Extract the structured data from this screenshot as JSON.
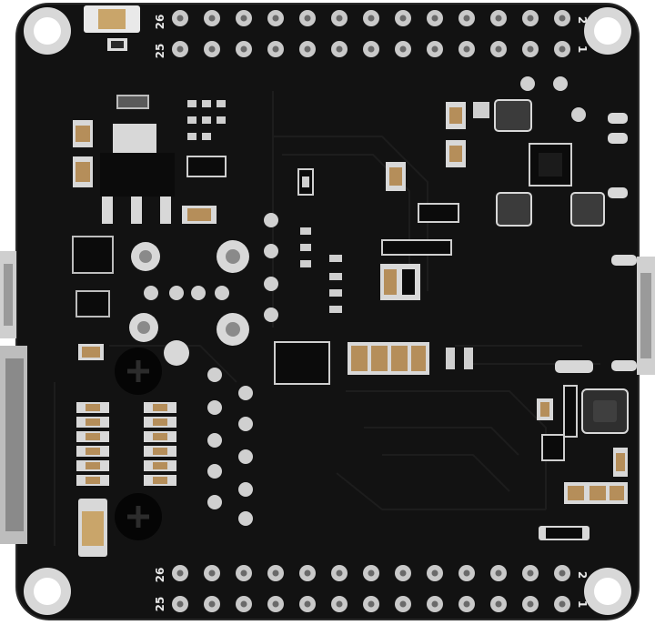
{
  "board": {
    "pcb_color": "#121212",
    "silkscreen_color": "#e8e8e8",
    "pad_color": "#c9c9c9",
    "top_header": {
      "pin_top_left": "26",
      "pin_bottom_left": "25",
      "pin_top_right": "2",
      "pin_bottom_right": "1"
    },
    "bottom_header": {
      "pin_top_left": "26",
      "pin_bottom_left": "25",
      "pin_top_right": "2",
      "pin_bottom_right": "1"
    }
  }
}
